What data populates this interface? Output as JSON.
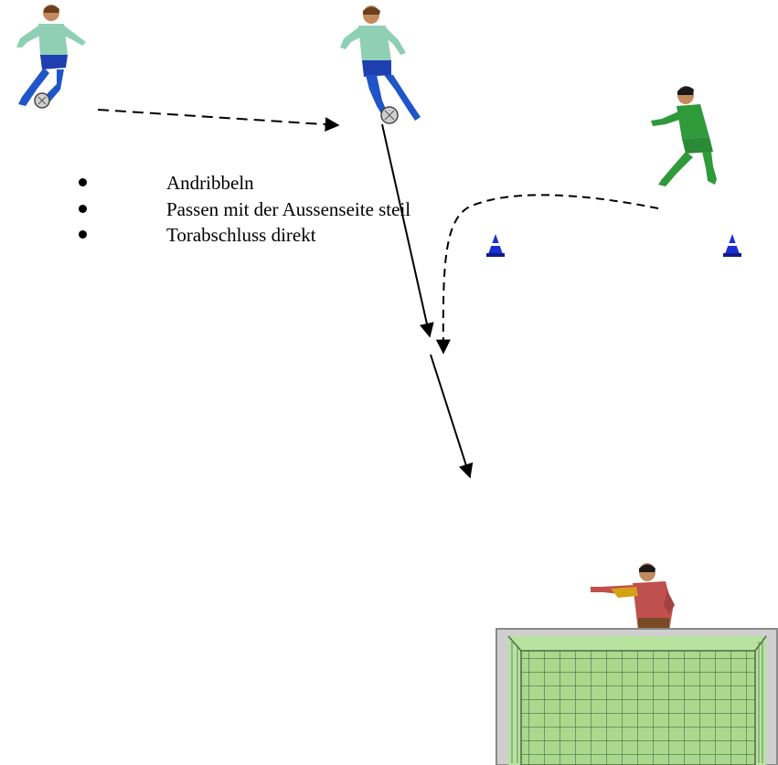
{
  "drill": {
    "bullets": [
      "Andribbeln",
      "Passen mit der Aussenseite steil",
      "Torabschluss direkt"
    ]
  }
}
